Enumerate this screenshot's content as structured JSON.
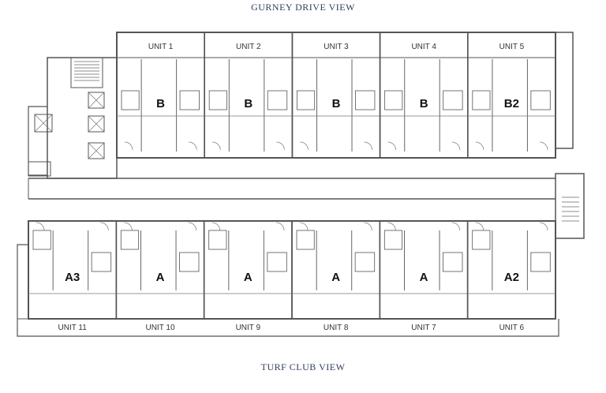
{
  "views": {
    "top": "GURNEY DRIVE VIEW",
    "bottom": "TURF CLUB VIEW"
  },
  "north_units": [
    {
      "unit": "UNIT 1",
      "type": "B"
    },
    {
      "unit": "UNIT 2",
      "type": "B"
    },
    {
      "unit": "UNIT 3",
      "type": "B"
    },
    {
      "unit": "UNIT 4",
      "type": "B"
    },
    {
      "unit": "UNIT 5",
      "type": "B2"
    }
  ],
  "south_units": [
    {
      "unit": "UNIT 11",
      "type": "A3"
    },
    {
      "unit": "UNIT 10",
      "type": "A"
    },
    {
      "unit": "UNIT 9",
      "type": "A"
    },
    {
      "unit": "UNIT 8",
      "type": "A"
    },
    {
      "unit": "UNIT 7",
      "type": "A"
    },
    {
      "unit": "UNIT 6",
      "type": "A2"
    }
  ],
  "colors": {
    "view_text": "#2f3d5c",
    "walls": "#555555"
  }
}
